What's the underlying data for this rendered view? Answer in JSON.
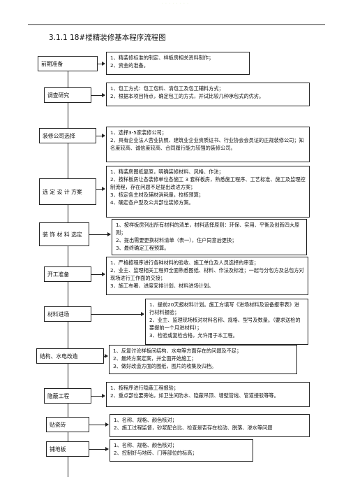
{
  "watermark": "· · · · · · · ·",
  "title": "3.1.1   18#楼精装修基本程序流程图",
  "steps": [
    {
      "label": "前期准备",
      "details": [
        "1、精装修标准的制定、样板房相关资料制作；",
        "2、资金的准备。"
      ]
    },
    {
      "label": "调查研究",
      "details": [
        "1、包工方式：包工包料、清包工及包工辅料方式；",
        "2、根据本项目特点，确定包工的方式，并试比较几种承包式的优劣。"
      ]
    },
    {
      "label": "装修公司选择",
      "details": [
        "1、选择3-5家装修公司；",
        "2、具有企业法人营业执照、建筑业企业资质证书、行业协会会员证的正规装修公司；知名度较高、诚信度较高、合同履行能力较强的装修公司。"
      ]
    },
    {
      "label": "选 定 设 计 方案",
      "details": [
        "1、精装房图纸复原，明确装修材料、风格、作法；",
        "2、按样板房让各装修单位各施工 3 套样板房，熟悉施工程序、工艺标准、施工及监理控制流程，存在问题不足提出改进方案；",
        "3、核定各主材及辅材消耗量，校核预算；",
        "4、确定各户型及公共部位装修方案。"
      ]
    },
    {
      "label": "装 饰 材 料 选定",
      "details": [
        "1、按样板房列出所有材料的清单，材料选择原则：环保、实用、平衡及创新四大原则；",
        "2、提出需要更换材料清单（表一），住户同意后更换；",
        "3、最终确定工程预算。"
      ]
    },
    {
      "label": "开工准备",
      "details": [
        "1、严格按程序进行各种材料的验收、施工单位及人员选择的审查；",
        "2、业主、监理相关工程师全面熟悉图纸、材料、作法及标准；一起与分包方及总包方对现场进行工作面的交接；",
        "3、施工布署、进度安排计划、材料进场计划。"
      ]
    },
    {
      "label": "材料进场",
      "details": [
        "1、提前20天报材料计划。施工方填写《进场材料及设备报审表》进行材料报验；",
        "2、业主、监理现场核对材料名称、规格、型号及数量。（要求送检的要提前一个月进材料）；",
        "3、检验或复检合格，允许用于本工程。"
      ]
    },
    {
      "label": "结构、水电改造",
      "details": [
        "1、反复讨论样板间结构、水电等方面存在的问题及不足；",
        "2、最终方案定案，并全面开始施工；",
        "3、做好改造方面的图纸，图片的收集及归档。"
      ]
    },
    {
      "label": "隐蔽工程",
      "details": [
        "1、按程序进行隐蔽工程报验；",
        "2、重点部位要旁站，如卫生间防水、隐蔽吊顶、墙壁管线、管道接驳等等。"
      ]
    },
    {
      "label": "贴瓷砖",
      "details": [
        "1、名称、规格、颜色核对；",
        "2、施工过程监督，砂浆配合比、检查是否存在松动、脱落、渗水等问题"
      ]
    },
    {
      "label": "铺地板",
      "details": [
        "1、名称、规格、颜色核对；",
        "2、控制好与地砖、门等部位的标高；"
      ]
    }
  ]
}
